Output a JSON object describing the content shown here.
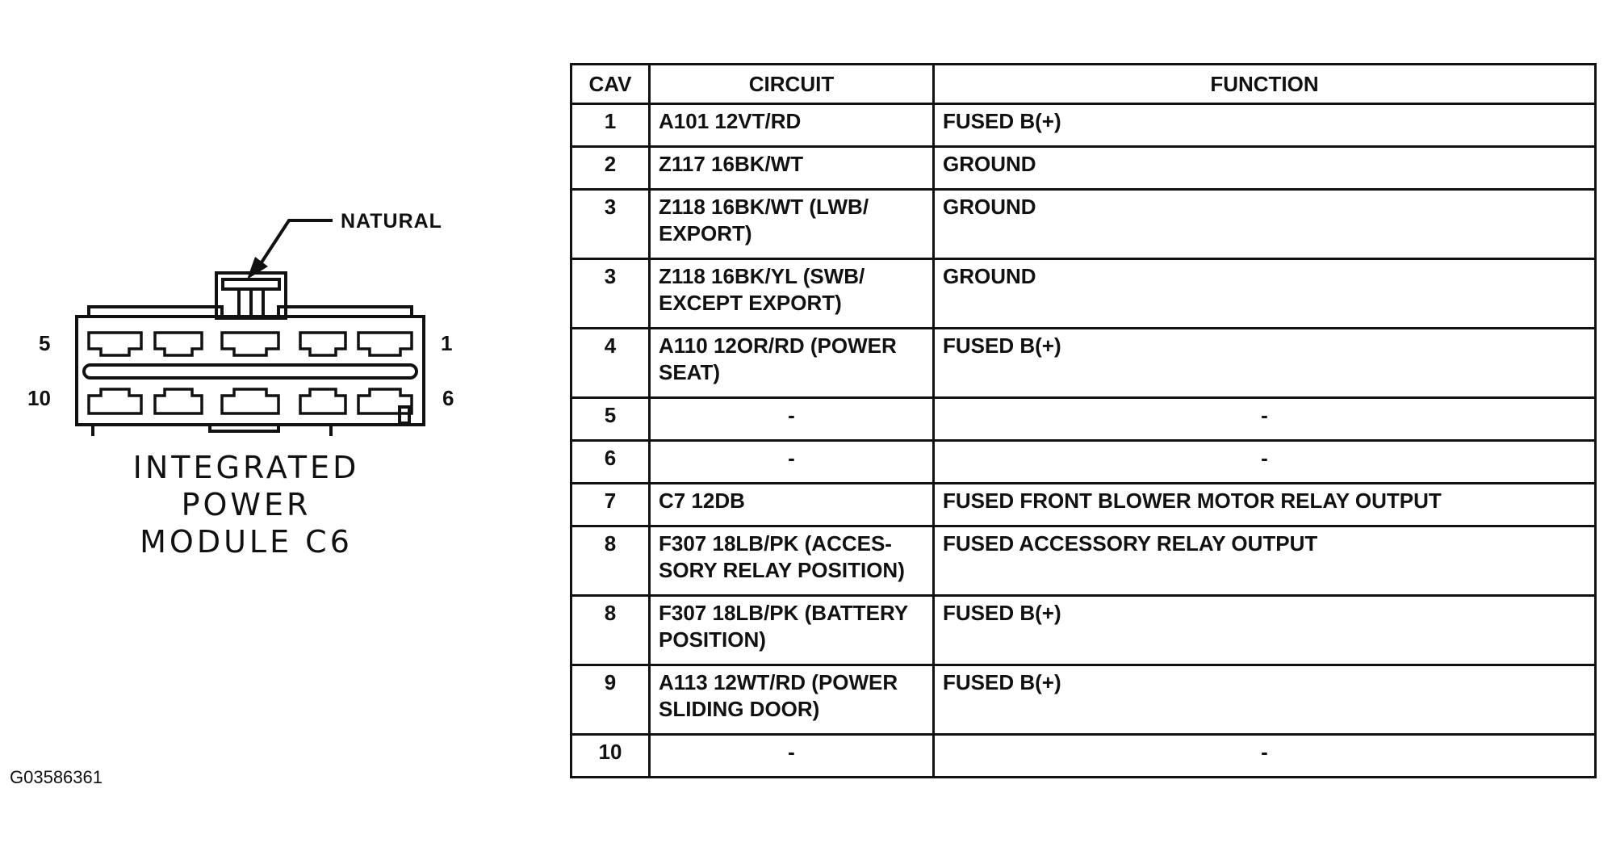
{
  "figure_id": "G03586361",
  "connector": {
    "title_lines": [
      "INTEGRATED",
      "POWER",
      "MODULE C6"
    ],
    "callout": "NATURAL",
    "pin_labels": {
      "top_left": "5",
      "top_right": "1",
      "bottom_left": "10",
      "bottom_right": "6"
    }
  },
  "table": {
    "headers": {
      "cav": "CAV",
      "circuit": "CIRCUIT",
      "function": "FUNCTION"
    },
    "rows": [
      {
        "cav": "1",
        "circuit": "A101 12VT/RD",
        "function": "FUSED B(+)"
      },
      {
        "cav": "2",
        "circuit": "Z117 16BK/WT",
        "function": "GROUND"
      },
      {
        "cav": "3",
        "circuit": "Z118 16BK/WT (LWB/\nEXPORT)",
        "function": "GROUND"
      },
      {
        "cav": "3",
        "circuit": "Z118 16BK/YL (SWB/\nEXCEPT EXPORT)",
        "function": "GROUND"
      },
      {
        "cav": "4",
        "circuit": "A110 12OR/RD (POWER\nSEAT)",
        "function": "FUSED B(+)"
      },
      {
        "cav": "5",
        "circuit": "-",
        "function": "-"
      },
      {
        "cav": "6",
        "circuit": "-",
        "function": "-"
      },
      {
        "cav": "7",
        "circuit": "C7 12DB",
        "function": "FUSED FRONT BLOWER MOTOR RELAY OUTPUT"
      },
      {
        "cav": "8",
        "circuit": "F307 18LB/PK (ACCES-\nSORY RELAY POSITION)",
        "function": "FUSED ACCESSORY RELAY OUTPUT"
      },
      {
        "cav": "8",
        "circuit": "F307 18LB/PK (BATTERY\nPOSITION)",
        "function": "FUSED B(+)"
      },
      {
        "cav": "9",
        "circuit": "A113 12WT/RD (POWER\nSLIDING DOOR)",
        "function": "FUSED B(+)"
      },
      {
        "cav": "10",
        "circuit": "-",
        "function": "-"
      }
    ]
  }
}
